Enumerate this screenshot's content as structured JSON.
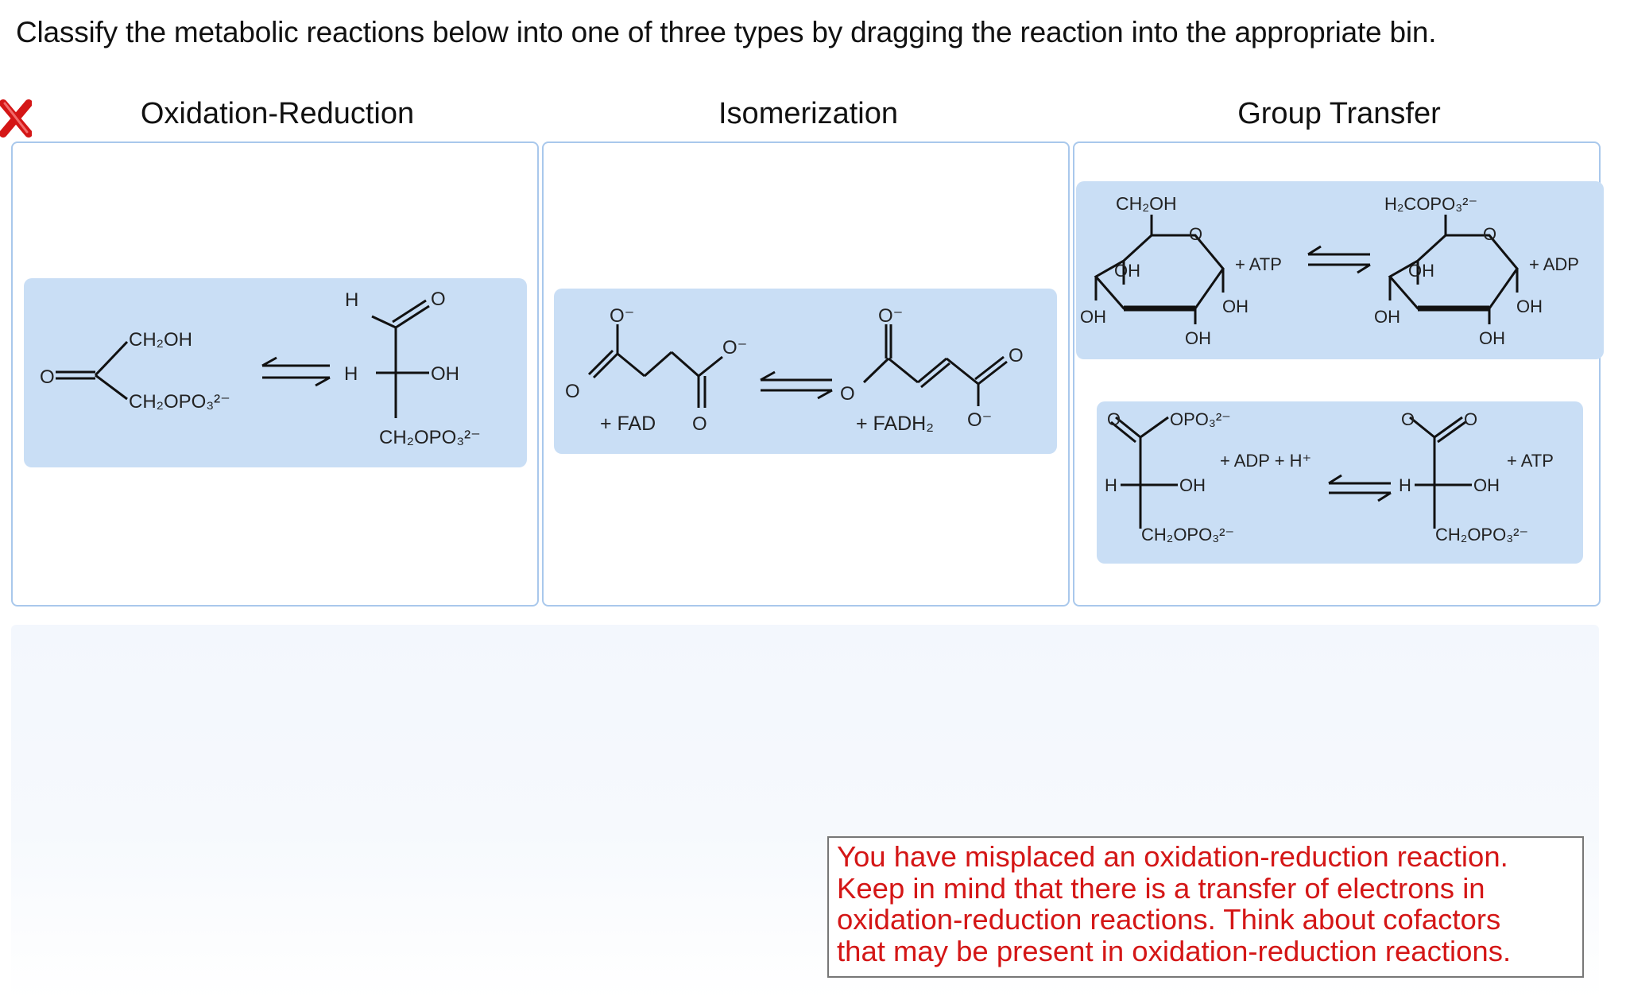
{
  "instruction": "Classify the metabolic reactions below into one of three types by dragging the reaction into the appropriate bin.",
  "status": {
    "icon": "red-x-icon",
    "color": "#d41616"
  },
  "bins": [
    {
      "title": "Oxidation-Reduction"
    },
    {
      "title": "Isomerization"
    },
    {
      "title": "Group Transfer"
    }
  ],
  "reactions": {
    "r1": {
      "left_top": "CH₂OH",
      "left_bottom": "CH₂OPO₃²⁻",
      "left_O": "O",
      "right_H": "H",
      "right_O": "O",
      "right_center": "H",
      "right_OH": "OH",
      "right_bottom": "CH₂OPO₃²⁻"
    },
    "r2": {
      "o_minus": "O⁻",
      "o": "O",
      "reactant_extra": "+ FAD",
      "product_extra": "+ FADH₂"
    },
    "r3": {
      "left_top": "CH₂OH",
      "right_top": "H₂COPO₃²⁻",
      "ring_o": "O",
      "oh": "OH",
      "reactant_extra": "+ ATP",
      "product_extra": "+ ADP"
    },
    "r4": {
      "o": "O",
      "left_group": "OPO₃²⁻",
      "h": "H",
      "oh": "OH",
      "bottom": "CH₂OPO₃²⁻",
      "reactant_extra": "+ ADP + H⁺",
      "product_extra": "+ ATP"
    }
  },
  "feedback": {
    "lines": [
      "You have misplaced an oxidation-reduction reaction.",
      "Keep in mind that there is a transfer of electrons in",
      "oxidation-reduction reactions. Think about cofactors",
      "that may be present in oxidation-reduction reactions."
    ],
    "color": "#d41616"
  },
  "colors": {
    "bin_border": "#a9c8ec",
    "card_bg": "#c9def5"
  }
}
